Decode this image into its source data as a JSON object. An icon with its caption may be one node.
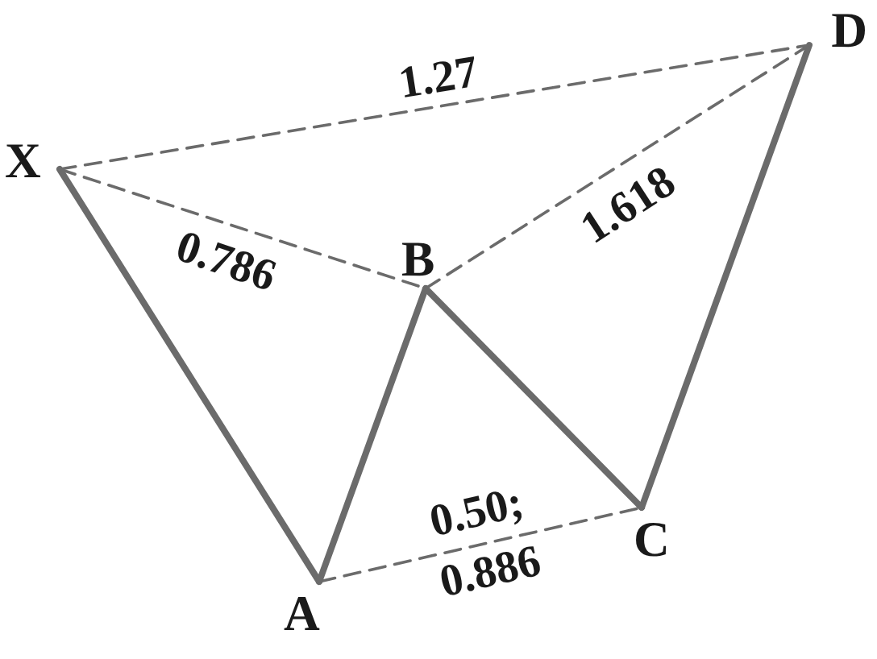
{
  "diagram": {
    "nodes": [
      {
        "text": [
          "X"
        ]
      },
      {
        "text": [
          "A"
        ]
      },
      {
        "text": [
          "B"
        ]
      },
      {
        "text": [
          "C"
        ]
      },
      {
        "text": [
          "D"
        ]
      }
    ],
    "edges": [
      {
        "from": 0,
        "to": 1,
        "arrow": "none",
        "style": "thick"
      },
      {
        "from": 1,
        "to": 2,
        "arrow": "none",
        "style": "thick"
      },
      {
        "from": 2,
        "to": 3,
        "arrow": "none",
        "style": "thick"
      },
      {
        "from": 3,
        "to": 4,
        "arrow": "none",
        "style": "thick"
      },
      {
        "from": 0,
        "to": 2,
        "arrow": "none",
        "label": "0.786",
        "style": "dashed"
      },
      {
        "from": 1,
        "to": 3,
        "arrow": "none",
        "label": "0.50; 0.886",
        "style": "dashed"
      },
      {
        "from": 2,
        "to": 4,
        "arrow": "none",
        "label": "1.618",
        "style": "dashed"
      },
      {
        "from": 0,
        "to": 4,
        "arrow": "none",
        "label": "1.27",
        "style": "dashed"
      }
    ]
  }
}
